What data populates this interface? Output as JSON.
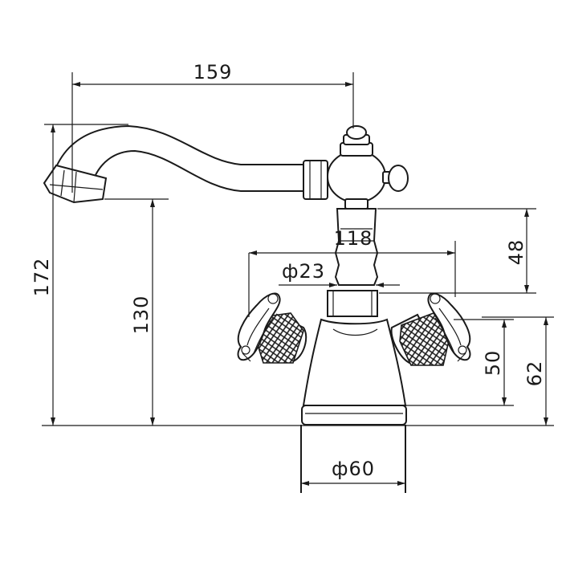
{
  "dimensions": {
    "spout_reach": "159",
    "total_height": "172",
    "spout_height": "130",
    "handle_span": "118",
    "top_section": "48",
    "stem_diameter": "ф23",
    "handle_height": "50",
    "body_height": "62",
    "base_diameter": "ф60"
  },
  "colors": {
    "line": "#1a1a1a",
    "background": "#ffffff"
  }
}
